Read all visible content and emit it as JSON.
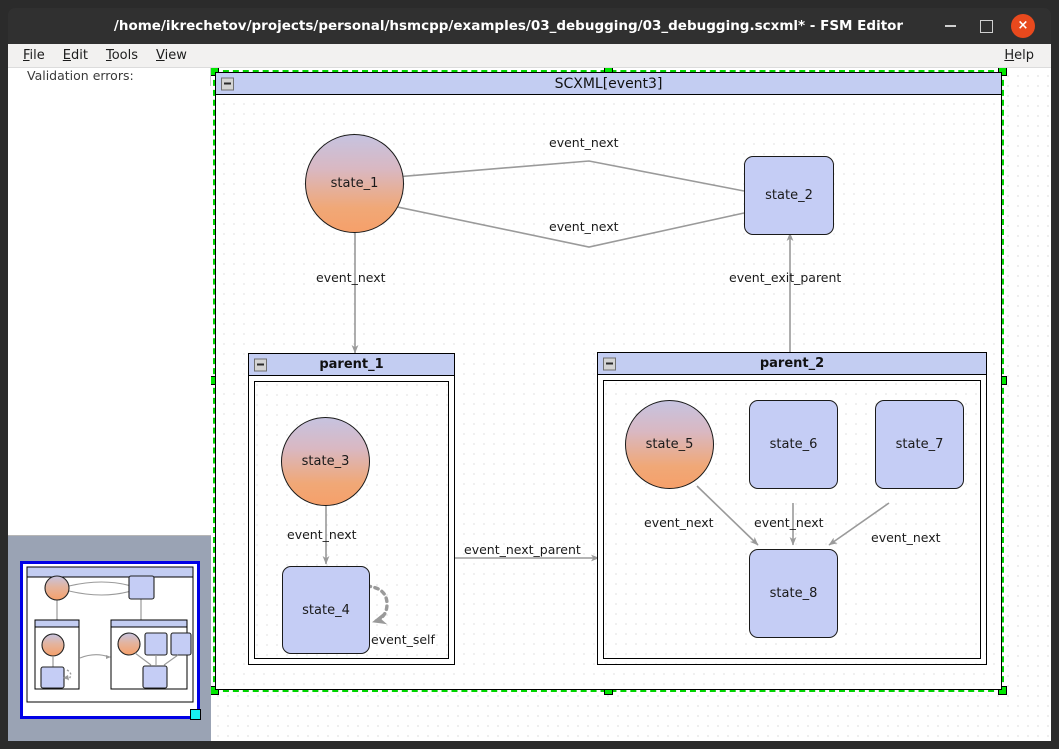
{
  "window": {
    "title": "/home/ikrechetov/projects/personal/hsmcpp/examples/03_debugging/03_debugging.scxml* - FSM Editor",
    "minimize_label": "",
    "maximize_label": "",
    "close_label": "×"
  },
  "menubar": {
    "left_items": [
      {
        "mnemonic": "F",
        "rest": "ile"
      },
      {
        "mnemonic": "E",
        "rest": "dit"
      },
      {
        "mnemonic": "T",
        "rest": "ools"
      },
      {
        "mnemonic": "V",
        "rest": "iew"
      }
    ],
    "right_items": [
      {
        "mnemonic": "H",
        "rest": "elp"
      }
    ]
  },
  "sidebar": {
    "validation_label": "Validation errors:",
    "validation_items": []
  },
  "diagram": {
    "root": {
      "title": "SCXML[event3]",
      "collapse_icon": "minus-box-icon",
      "selected": true
    },
    "containers": [
      {
        "id": "parent_1",
        "title": "parent_1",
        "collapse_icon": "minus-box-icon"
      },
      {
        "id": "parent_2",
        "title": "parent_2",
        "collapse_icon": "minus-box-icon"
      }
    ],
    "states": [
      {
        "id": "state_1",
        "label": "state_1",
        "shape": "circle",
        "parent": "root"
      },
      {
        "id": "state_2",
        "label": "state_2",
        "shape": "rect",
        "parent": "root"
      },
      {
        "id": "state_3",
        "label": "state_3",
        "shape": "circle",
        "parent": "parent_1"
      },
      {
        "id": "state_4",
        "label": "state_4",
        "shape": "rect",
        "parent": "parent_1"
      },
      {
        "id": "state_5",
        "label": "state_5",
        "shape": "circle",
        "parent": "parent_2"
      },
      {
        "id": "state_6",
        "label": "state_6",
        "shape": "rect",
        "parent": "parent_2"
      },
      {
        "id": "state_7",
        "label": "state_7",
        "shape": "rect",
        "parent": "parent_2"
      },
      {
        "id": "state_8",
        "label": "state_8",
        "shape": "rect",
        "parent": "parent_2"
      }
    ],
    "transitions": [
      {
        "from": "state_2",
        "to": "state_1",
        "label": "event_next"
      },
      {
        "from": "state_2",
        "to": "state_1",
        "label": "event_next"
      },
      {
        "from": "state_1",
        "to": "parent_1",
        "label": "event_next"
      },
      {
        "from": "parent_2",
        "to": "state_2",
        "label": "event_exit_parent"
      },
      {
        "from": "state_3",
        "to": "state_4",
        "label": "event_next"
      },
      {
        "from": "state_4",
        "to": "state_4",
        "label": "event_self",
        "style": "dotted"
      },
      {
        "from": "parent_1",
        "to": "parent_2",
        "label": "event_next_parent"
      },
      {
        "from": "state_5",
        "to": "state_8",
        "label": "event_next"
      },
      {
        "from": "state_6",
        "to": "state_8",
        "label": "event_next"
      },
      {
        "from": "state_7",
        "to": "state_8",
        "label": "event_next"
      }
    ]
  },
  "colors": {
    "selection_green": "#00d400",
    "header_blue": "#c3cdf2",
    "state_fill_blue": "#c5cdf5",
    "titlebar_dark": "#303030",
    "close_red": "#e8491d",
    "minimap_bg": "#9aa3b4",
    "minimap_viewport_border": "#0000e6",
    "minimap_handle": "#18f0f0"
  }
}
